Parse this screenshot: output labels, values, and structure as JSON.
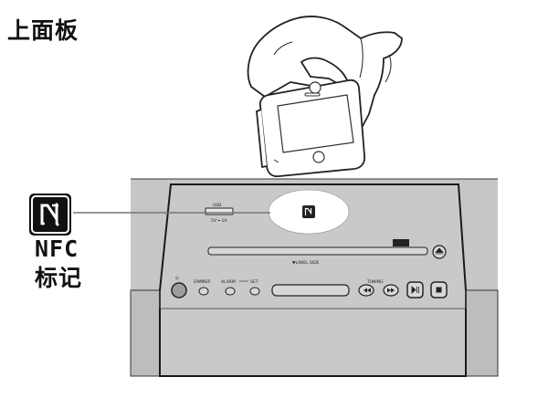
{
  "title": "上面板",
  "nfc_mark": {
    "icon": "nfc-n-mark-icon",
    "label_line1": "NFC",
    "label_line2": "标记"
  },
  "device": {
    "usb_label": "USB",
    "usb_power": "5V ━ 1A",
    "disc_label": "▼LABEL SIDE",
    "brand_logo": "disc",
    "buttons": {
      "power": "⏻",
      "dimmer": "DIMMER",
      "alarm": "ALARM",
      "set": "SET",
      "tuning": "TUNING"
    }
  },
  "colors": {
    "device_body": "#c4c4c4",
    "device_outline": "#1a1a1a",
    "nfc_zone": "#ffffff"
  }
}
